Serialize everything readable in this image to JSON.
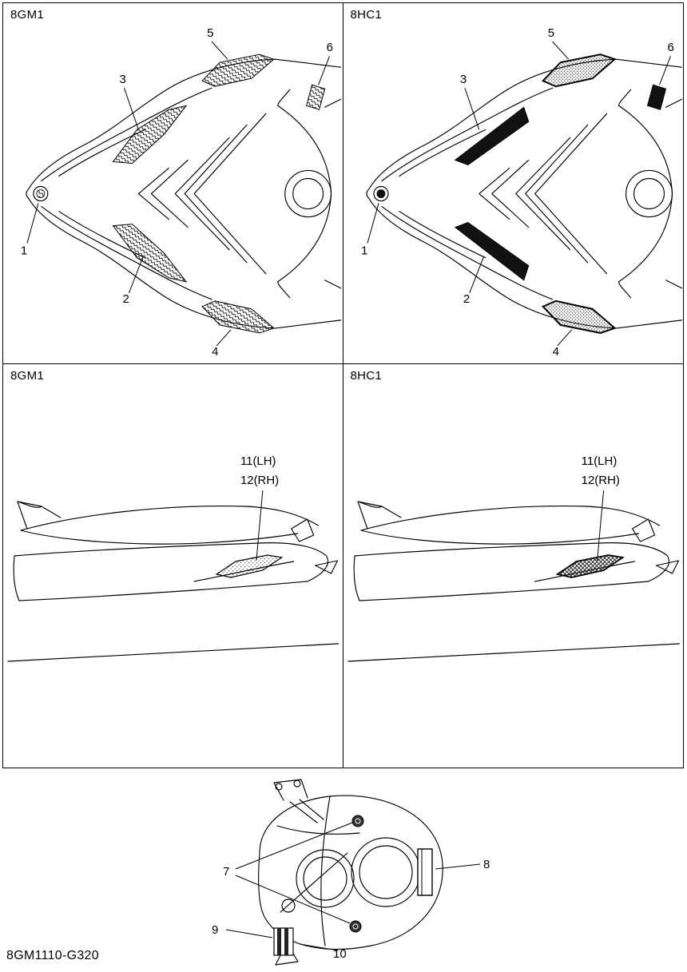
{
  "colors": {
    "line": "#000000",
    "background": "#ffffff",
    "decal_dark": "#111111"
  },
  "panels": {
    "top_left": {
      "label": "8GM1"
    },
    "top_right": {
      "label": "8HC1"
    },
    "mid_left": {
      "label": "8GM1"
    },
    "mid_right": {
      "label": "8HC1"
    }
  },
  "callouts": {
    "n1": "1",
    "n2": "2",
    "n3": "3",
    "n4": "4",
    "n5": "5",
    "n6": "6",
    "n7": "7",
    "n8": "8",
    "n9": "9",
    "n10": "10",
    "n11_lh": "11(LH)",
    "n12_rh": "12(RH)"
  },
  "footer": {
    "code": "8GM1110-G320"
  }
}
